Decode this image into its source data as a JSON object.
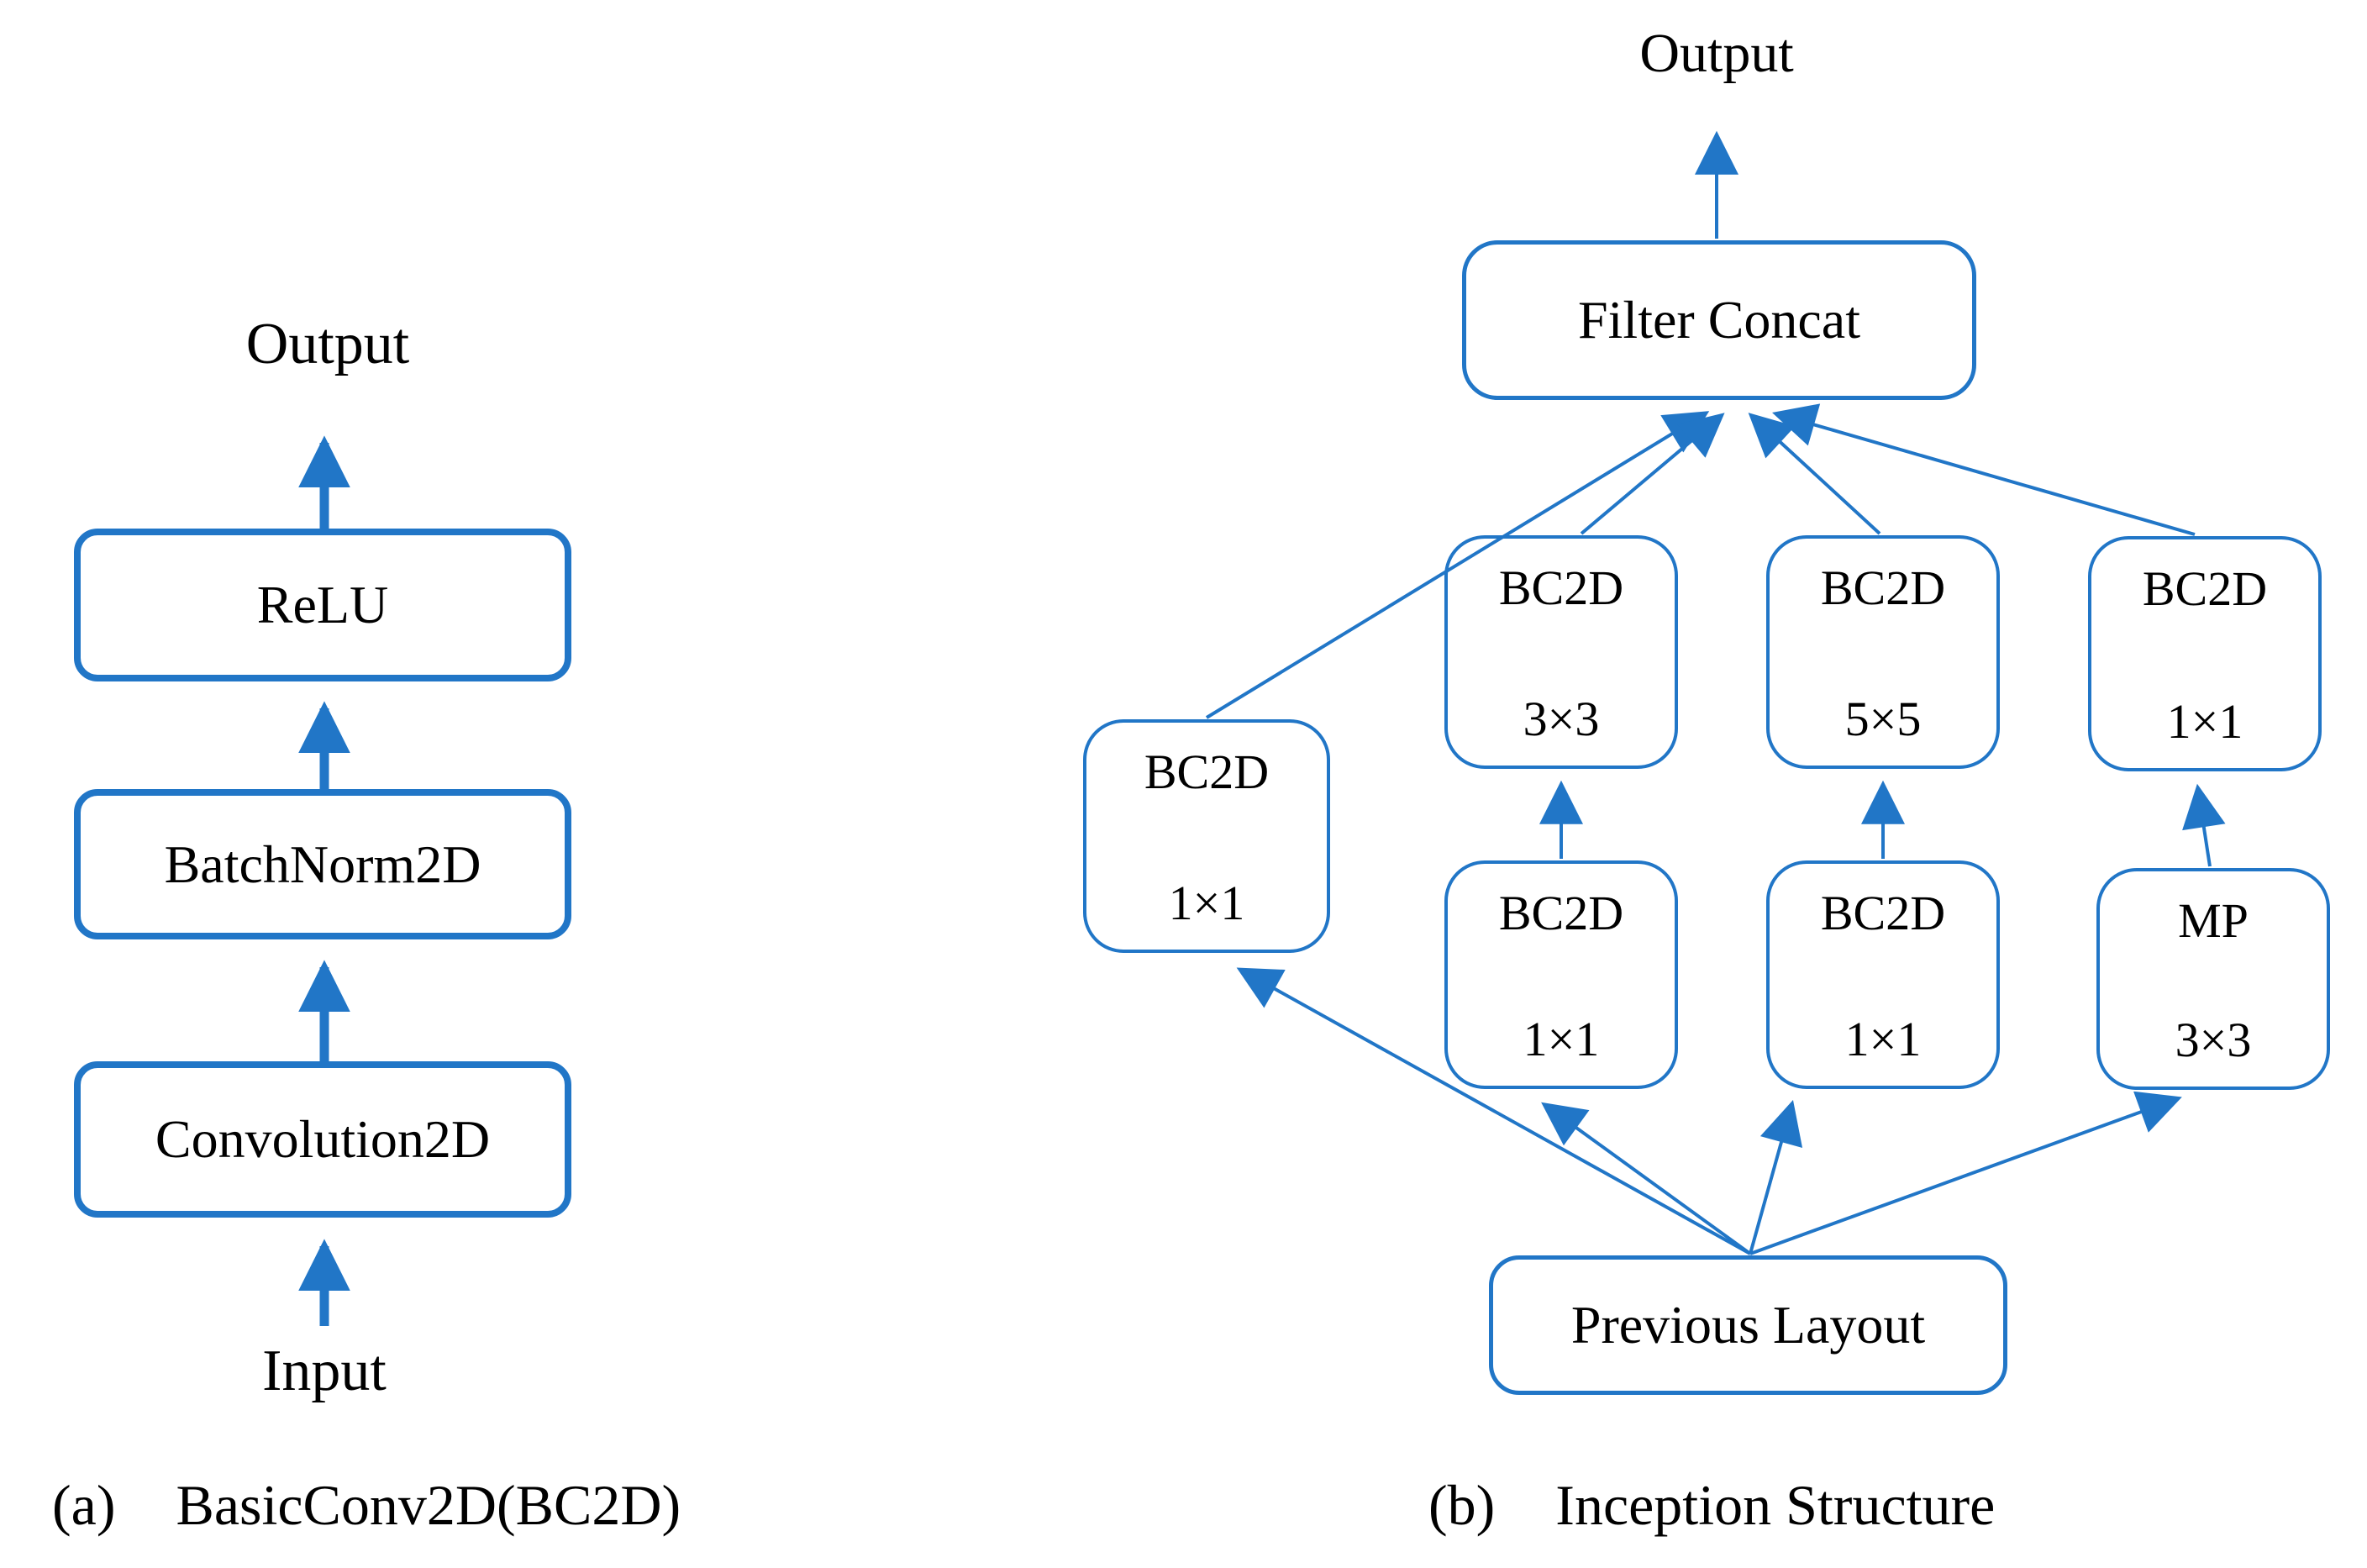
{
  "colors": {
    "accent_blue": "#2176c7",
    "text_black": "#000000",
    "background": "#ffffff"
  },
  "diagram_a": {
    "output_label": "Output",
    "input_label": "Input",
    "boxes": {
      "relu": "ReLU",
      "batchnorm": "BatchNorm2D",
      "conv": "Convolution2D"
    },
    "caption_label": "(a)",
    "caption_text": "BasicConv2D(BC2D)"
  },
  "diagram_b": {
    "output_label": "Output",
    "filter_concat": "Filter Concat",
    "previous_layout": "Previous Layout",
    "left_1x1": {
      "line1": "BC2D",
      "line2": "1×1"
    },
    "col2_top": {
      "line1": "BC2D",
      "line2": "3×3"
    },
    "col2_bottom": {
      "line1": "BC2D",
      "line2": "1×1"
    },
    "col3_top": {
      "line1": "BC2D",
      "line2": "5×5"
    },
    "col3_bottom": {
      "line1": "BC2D",
      "line2": "1×1"
    },
    "col4_top": {
      "line1": "BC2D",
      "line2": "1×1"
    },
    "col4_bottom": {
      "line1": "MP",
      "line2": "3×3"
    },
    "caption_label": "(b)",
    "caption_text": "Inception Structure"
  }
}
